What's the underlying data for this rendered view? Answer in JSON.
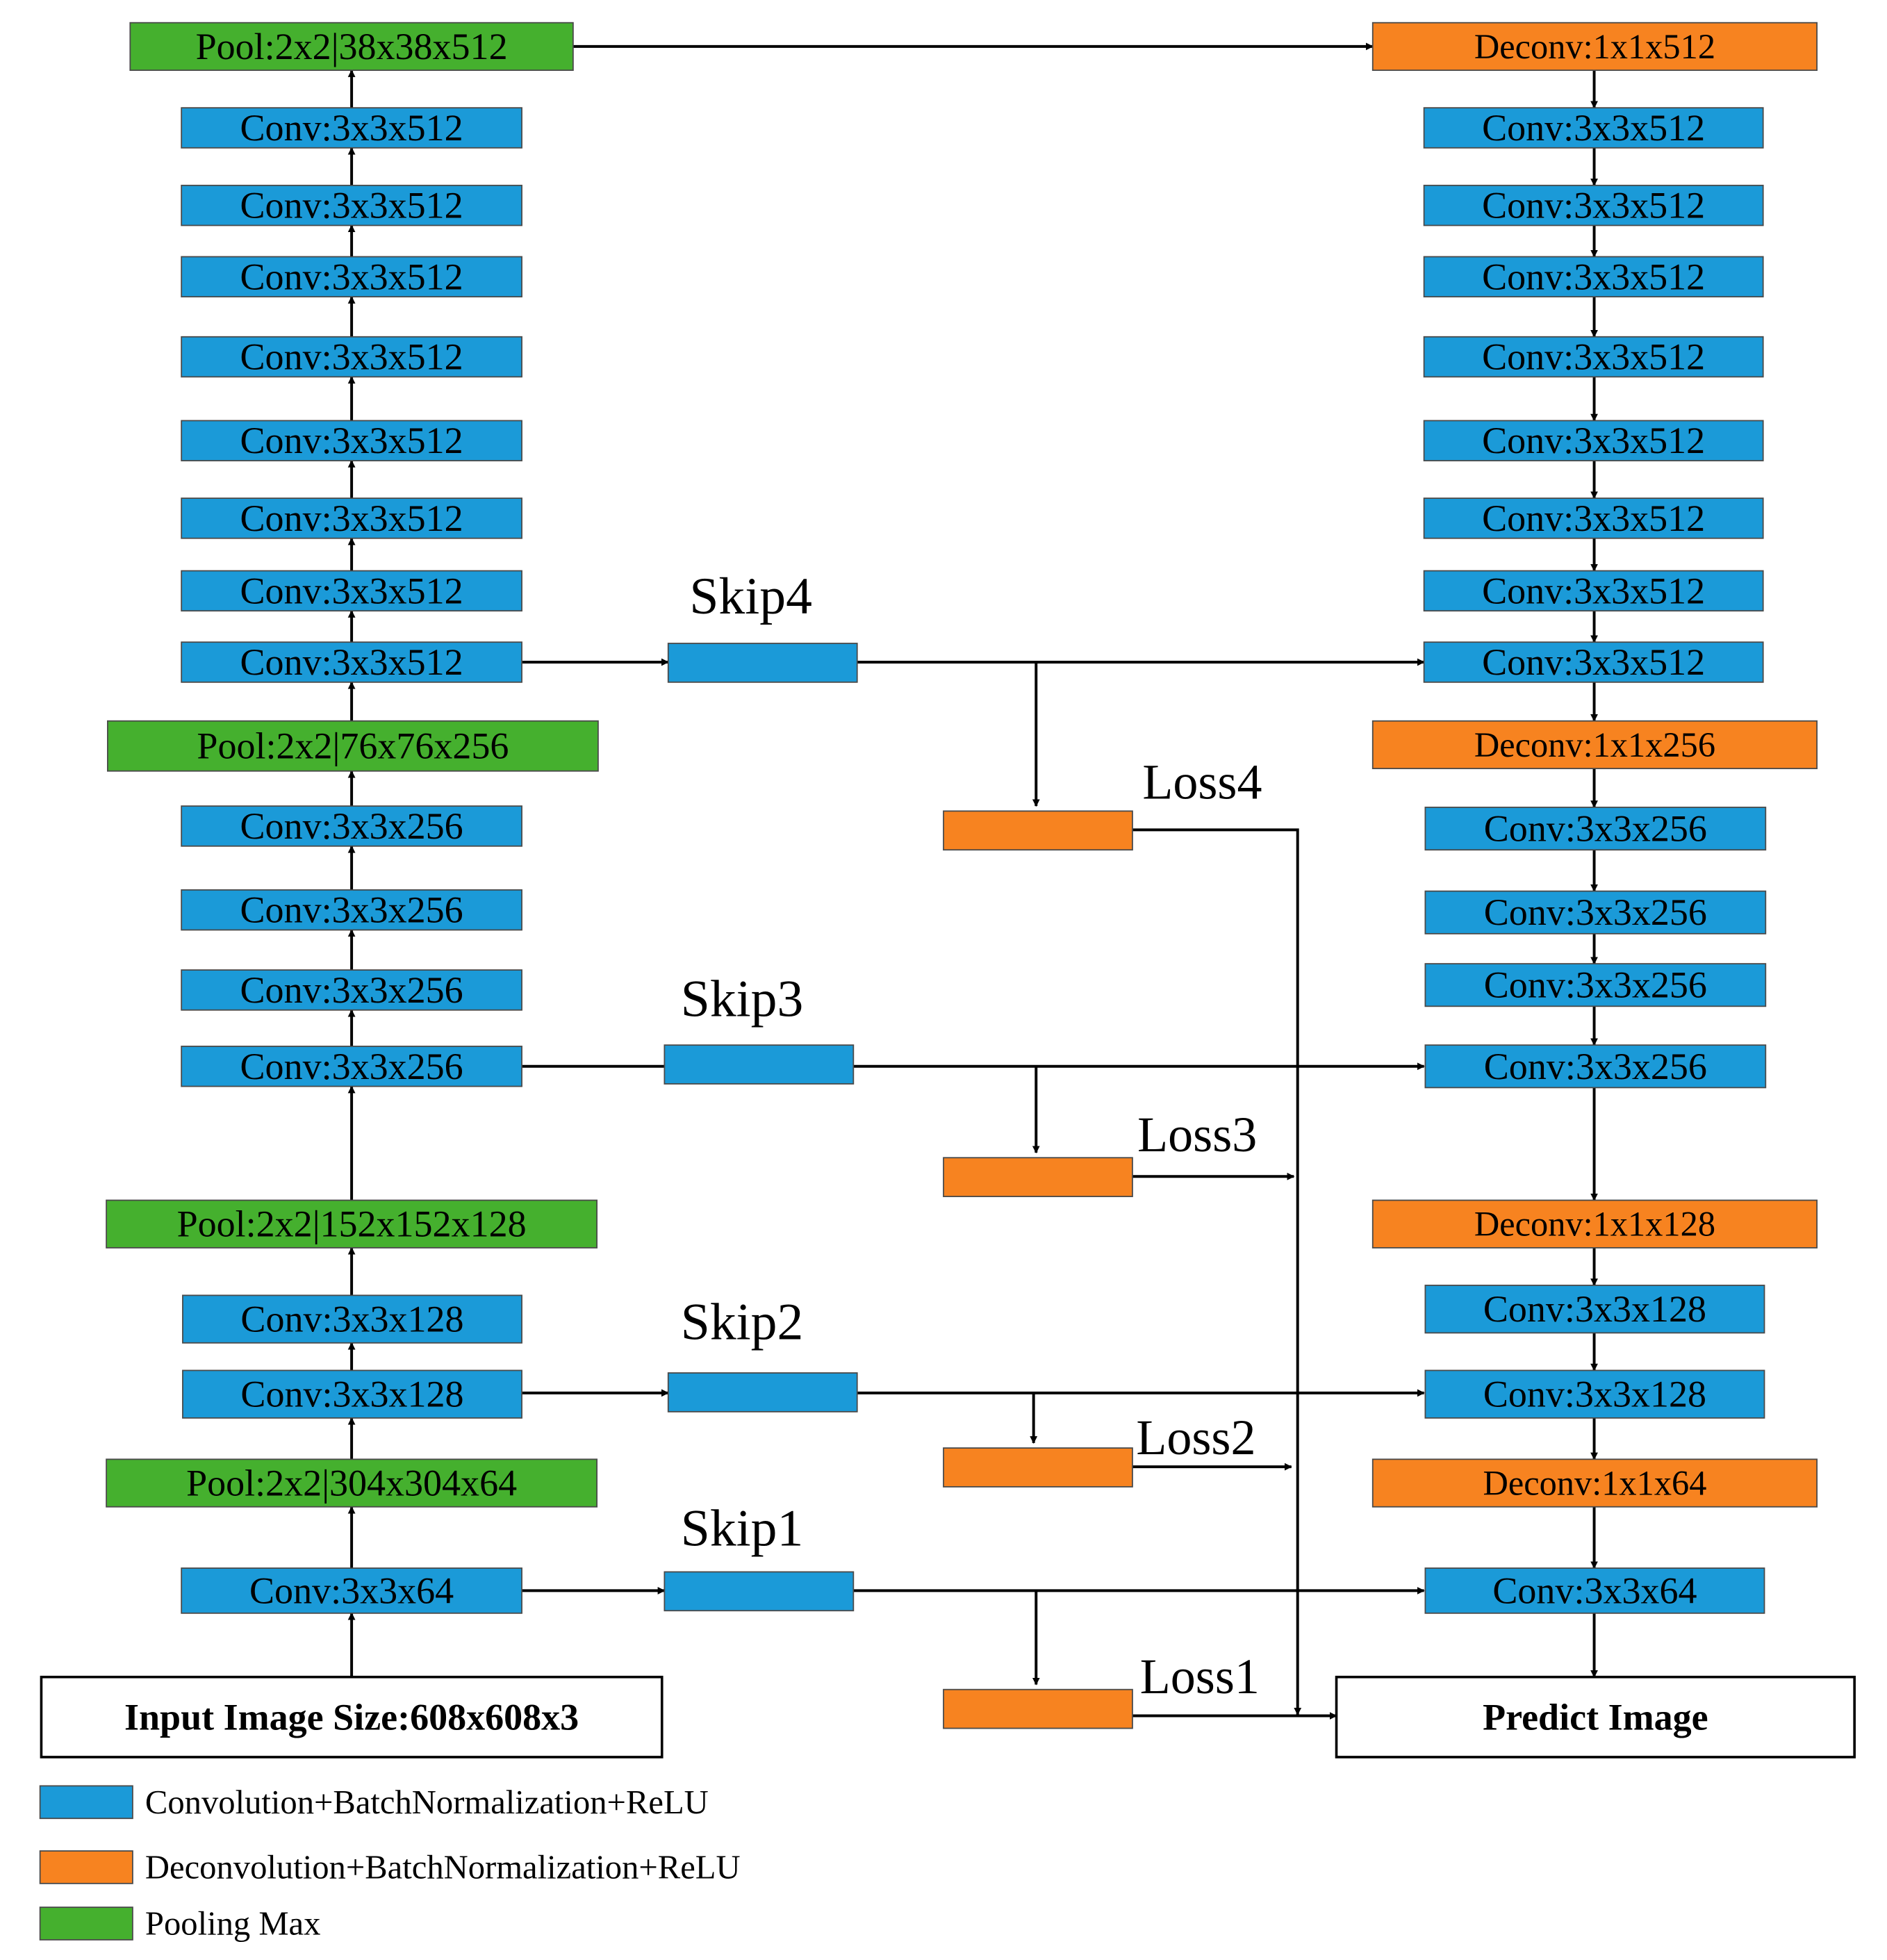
{
  "colors": {
    "conv": "#1b9ad8",
    "deconv": "#f78320",
    "pool": "#45b02e",
    "line": "#000000"
  },
  "encoder": {
    "pool1": "Pool:2x2|38x38x512",
    "conv512": [
      "Conv:3x3x512",
      "Conv:3x3x512",
      "Conv:3x3x512",
      "Conv:3x3x512",
      "Conv:3x3x512",
      "Conv:3x3x512",
      "Conv:3x3x512",
      "Conv:3x3x512"
    ],
    "pool2": "Pool:2x2|76x76x256",
    "conv256": [
      "Conv:3x3x256",
      "Conv:3x3x256",
      "Conv:3x3x256",
      "Conv:3x3x256"
    ],
    "pool3": "Pool:2x2|152x152x128",
    "conv128": [
      "Conv:3x3x128",
      "Conv:3x3x128"
    ],
    "pool4": "Pool:2x2|304x304x64",
    "conv64": "Conv:3x3x64",
    "input": "Input Image Size:608x608x3"
  },
  "decoder": {
    "deconv512": "Deconv:1x1x512",
    "conv512": [
      "Conv:3x3x512",
      "Conv:3x3x512",
      "Conv:3x3x512",
      "Conv:3x3x512",
      "Conv:3x3x512",
      "Conv:3x3x512",
      "Conv:3x3x512",
      "Conv:3x3x512"
    ],
    "deconv256": "Deconv:1x1x256",
    "conv256": [
      "Conv:3x3x256",
      "Conv:3x3x256",
      "Conv:3x3x256",
      "Conv:3x3x256"
    ],
    "deconv128": "Deconv:1x1x128",
    "conv128": [
      "Conv:3x3x128",
      "Conv:3x3x128"
    ],
    "deconv64": "Deconv:1x1x64",
    "conv64": "Conv:3x3x64",
    "output": "Predict Image"
  },
  "skips": [
    "Skip4",
    "Skip3",
    "Skip2",
    "Skip1"
  ],
  "losses": [
    "Loss4",
    "Loss3",
    "Loss2",
    "Loss1"
  ],
  "legend": [
    {
      "label": "Convolution+BatchNormalization+ReLU",
      "color": "#1b9ad8"
    },
    {
      "label": "Deconvolution+BatchNormalization+ReLU",
      "color": "#f78320"
    },
    {
      "label": "Pooling Max",
      "color": "#45b02e"
    }
  ]
}
